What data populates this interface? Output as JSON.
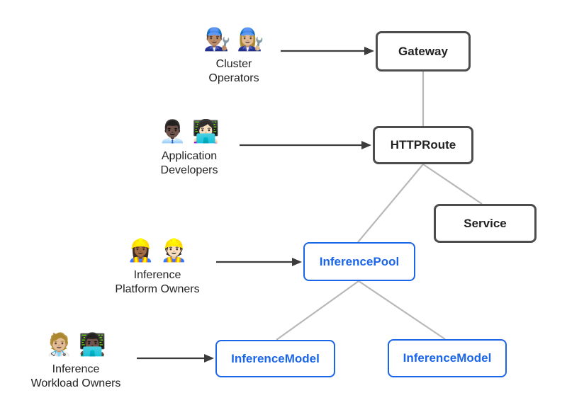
{
  "nodes": {
    "gateway": {
      "label": "Gateway"
    },
    "httproute": {
      "label": "HTTPRoute"
    },
    "service": {
      "label": "Service"
    },
    "inferencepool": {
      "label": "InferencePool"
    },
    "inferencemodel_left": {
      "label": "InferenceModel"
    },
    "inferencemodel_right": {
      "label": "InferenceModel"
    }
  },
  "actors": {
    "cluster_operators": {
      "emoji": "👨🏽‍🔧 👩🏼‍🔧",
      "label_line1": "Cluster",
      "label_line2": "Operators"
    },
    "application_developers": {
      "emoji": "👨🏿‍💼 👩🏻‍💻",
      "label_line1": "Application",
      "label_line2": "Developers"
    },
    "inference_platform_owners": {
      "emoji": "👷🏾‍♀️ 👷🏻",
      "label_line1": "Inference",
      "label_line2": "Platform Owners"
    },
    "inference_workload_owners": {
      "emoji": "🧑🏼‍⚕️ 👨🏿‍💻",
      "label_line1": "Inference",
      "label_line2": "Workload Owners"
    }
  },
  "colors": {
    "accent": "#1b66e8",
    "dark_border": "#4d4d4d",
    "connector": "#b8b8b8",
    "arrow": "#3c3c3c",
    "text": "#222222"
  }
}
